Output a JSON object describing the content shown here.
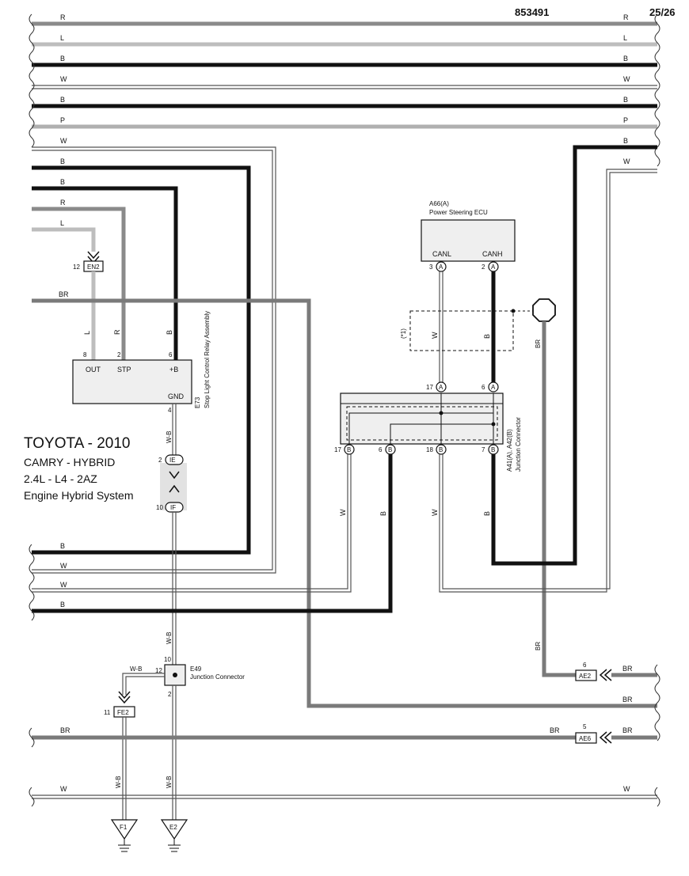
{
  "header": {
    "doc_id": "853491",
    "page": "25/26"
  },
  "title": {
    "make_year": "TOYOTA - 2010",
    "model": "CAMRY - HYBRID",
    "engine": "2.4L - L4 - 2AZ",
    "system": "Engine Hybrid System"
  },
  "bus_wires": {
    "top_left": [
      "R",
      "L",
      "B",
      "W",
      "B",
      "P",
      "W"
    ],
    "top_right": [
      "R",
      "L",
      "B",
      "W",
      "B",
      "P",
      "B",
      "W"
    ],
    "feed_left": [
      "B",
      "B",
      "R",
      "L"
    ],
    "br_wire": "BR",
    "bottom_left": [
      "B",
      "W",
      "W",
      "B"
    ],
    "bottom_right": [
      "BR",
      "BR",
      "BR"
    ],
    "lower": [
      "BR",
      "W"
    ],
    "lower_right": [
      "BR",
      "W"
    ],
    "br_mid": "BR"
  },
  "components": {
    "relay": {
      "id": "E73",
      "name": "Stop Light Control Relay Assembly",
      "pins": {
        "out": "OUT",
        "stp": "STP",
        "plusb": "+B",
        "gnd": "GND"
      },
      "pin_numbers": {
        "out": "8",
        "stp": "2",
        "plusb": "6",
        "gnd": "4"
      },
      "wire_colors": {
        "out": "L",
        "stp": "R",
        "plusb": "B",
        "gnd": "W-B"
      }
    },
    "ecu": {
      "id": "A66(A)",
      "name": "Power Steering ECU",
      "pins": {
        "canl": "CANL",
        "canh": "CANH"
      },
      "pin_numbers": {
        "canl": "3",
        "canh": "2"
      },
      "pin_letter": "A",
      "wire_colors": {
        "canl": "W",
        "canh": "B"
      },
      "note": "(*1)"
    },
    "junction_a41": {
      "id": "A41(A), A42(B)",
      "name": "Junction Connector",
      "top_pins": [
        {
          "num": "17",
          "letter": "A"
        },
        {
          "num": "6",
          "letter": "A"
        }
      ],
      "bottom_pins": [
        {
          "num": "17",
          "letter": "B",
          "color": "W"
        },
        {
          "num": "6",
          "letter": "B",
          "color": "B"
        },
        {
          "num": "18",
          "letter": "B",
          "color": "W"
        },
        {
          "num": "7",
          "letter": "B",
          "color": "B"
        }
      ]
    },
    "junction_e49": {
      "id": "E49",
      "name": "Junction Connector",
      "pins": {
        "top": "10",
        "left": "12",
        "bottom": "2"
      },
      "wire_colors": {
        "top": "W-B",
        "left": "W-B"
      }
    }
  },
  "connectors": {
    "en2": {
      "label": "EN2",
      "pin": "12"
    },
    "ie": {
      "label": "IE",
      "pin": "2"
    },
    "if": {
      "label": "IF",
      "pin": "10"
    },
    "ae2": {
      "label": "AE2",
      "pin": "6"
    },
    "ae6": {
      "label": "AE6",
      "pin": "5"
    },
    "fe2": {
      "label": "FE2",
      "pin": "11"
    }
  },
  "grounds": {
    "f1": {
      "label": "F1",
      "wire": "W-B"
    },
    "e2": {
      "label": "E2",
      "wire": "W-B"
    }
  },
  "br_drop": {
    "color": "BR"
  },
  "colors": {
    "black": "#111111",
    "gray": "#8a8a8a",
    "light": "#cfcfcf",
    "background": "#ffffff"
  }
}
